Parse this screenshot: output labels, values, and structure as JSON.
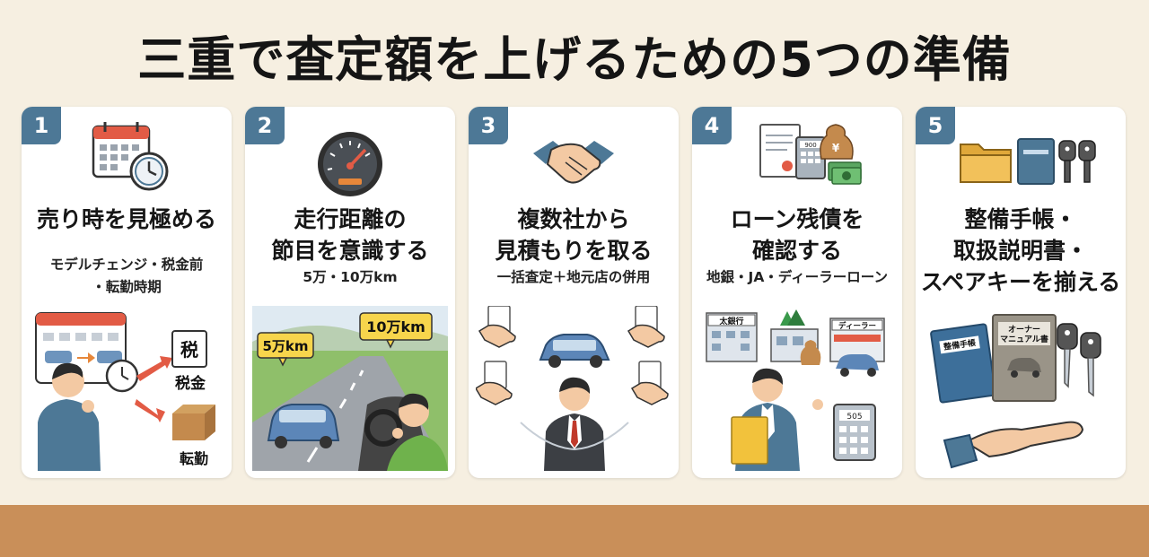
{
  "title": "三重で査定額を上げるための5つの準備",
  "cards": [
    {
      "number": "1",
      "heading_lines": [
        "売り時を見極める"
      ],
      "sub_lines": [
        "モデルチェンジ・税金前",
        "・転勤時期"
      ],
      "scene_labels": {
        "tax_doc": "税",
        "tax": "税金",
        "transfer": "転勤"
      }
    },
    {
      "number": "2",
      "heading_lines": [
        "走行距離の",
        "節目を意識する"
      ],
      "sub_lines": [
        "5万・10万km"
      ],
      "scene_labels": {
        "sign_a": "5万km",
        "sign_b": "10万km"
      }
    },
    {
      "number": "3",
      "heading_lines": [
        "複数社から",
        "見積もりを取る"
      ],
      "sub_lines": [
        "一括査定＋地元店の併用"
      ],
      "scene_labels": {}
    },
    {
      "number": "4",
      "heading_lines": [
        "ローン残債を",
        "確認する"
      ],
      "sub_lines": [
        "地銀・JA・ディーラーローン"
      ],
      "scene_labels": {
        "bank": "太銀行",
        "dealer": "ディーラー",
        "calc": "505",
        "doc": "900",
        "yen": "¥"
      }
    },
    {
      "number": "5",
      "heading_lines": [
        "整備手帳・",
        "取扱説明書・",
        "スペアキーを揃える"
      ],
      "sub_lines": [],
      "scene_labels": {
        "book_a": "整備手帳",
        "book_b_1": "オーナー",
        "book_b_2": "マニュアル書"
      }
    }
  ],
  "colors": {
    "background": "#f6efe1",
    "floor": "#c98f59",
    "badge": "#4d7896",
    "card": "#ffffff"
  }
}
